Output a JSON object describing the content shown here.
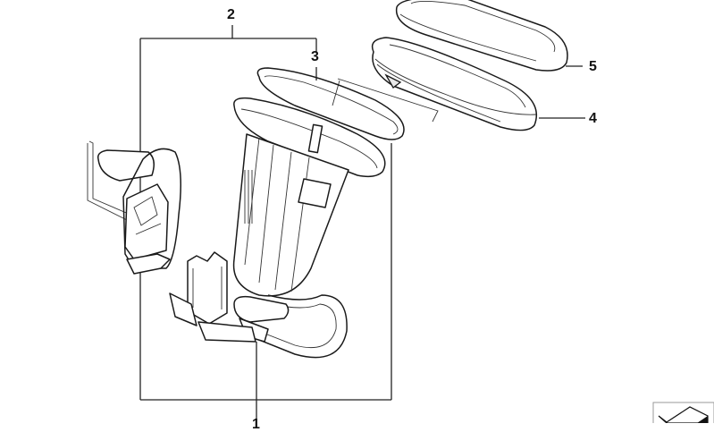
{
  "diagram": {
    "type": "exploded-parts-diagram",
    "subject": "Fuel pump / sending unit assembly",
    "callouts": [
      {
        "id": "1",
        "label": "1",
        "part": "fuel-pump-assembly"
      },
      {
        "id": "2",
        "label": "2",
        "part": "fuel-level-sensor-group"
      },
      {
        "id": "3",
        "label": "3",
        "part": "seal-ring"
      },
      {
        "id": "4",
        "label": "4",
        "part": "locking-ring"
      },
      {
        "id": "5",
        "label": "5",
        "part": "cover-cap"
      }
    ],
    "corner_icon": "reference-card-icon"
  }
}
